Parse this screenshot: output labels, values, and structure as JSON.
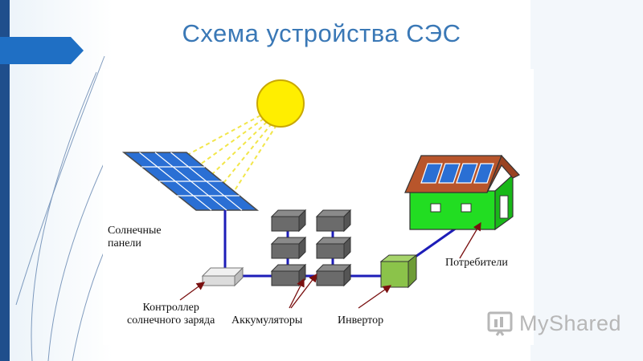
{
  "slide": {
    "title": "Схема устройства СЭС"
  },
  "diagram": {
    "labels": {
      "panels_line1": "Солнечные",
      "panels_line2": "панели",
      "controller_line1": "Контроллер",
      "controller_line2": "солнечного заряда",
      "batteries": "Аккумуляторы",
      "inverter": "Инвертор",
      "consumers": "Потребители"
    }
  },
  "watermark": {
    "text": "MyShared"
  },
  "colors": {
    "accent_blue": "#1f4e8c",
    "title_blue": "#3a78b6",
    "sun_yellow": "#ffee00",
    "house_green": "#22dd22",
    "roof_brown": "#b8552b",
    "inverter_green": "#8bc34a",
    "wire_blue": "#1d1db8"
  },
  "icons": [
    "sun-icon",
    "solar-panel-icon",
    "controller-icon",
    "battery-icon",
    "inverter-icon",
    "house-icon",
    "arrow-icon",
    "myshared-logo-icon"
  ]
}
